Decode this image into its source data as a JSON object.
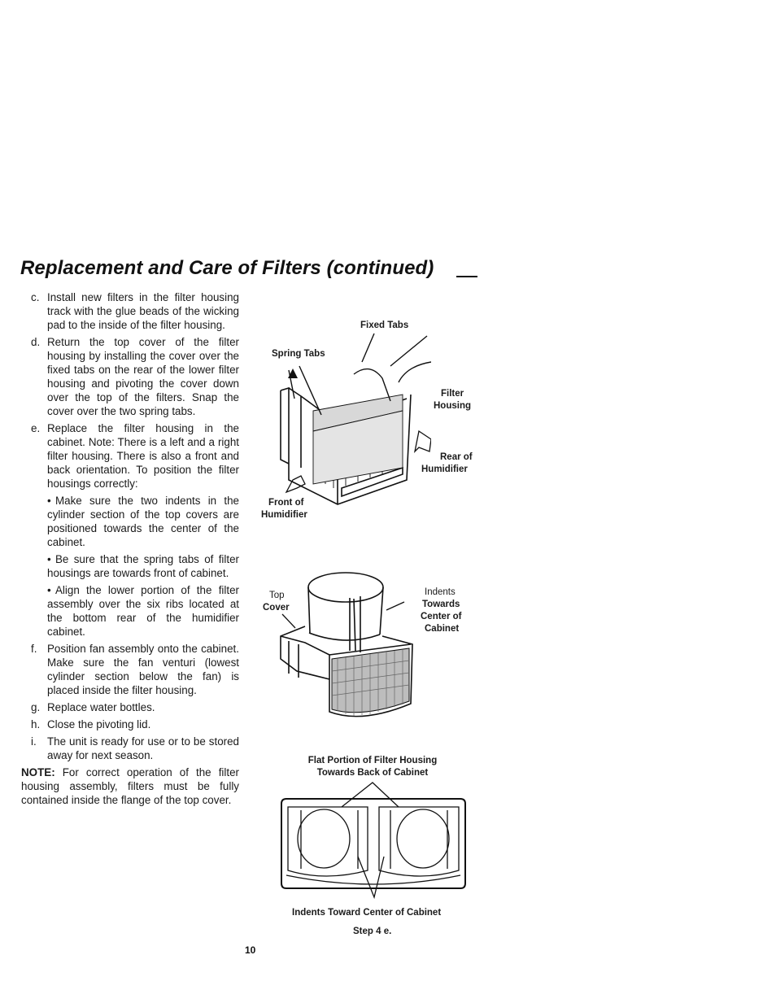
{
  "title": "Replacement and Care of Filters (continued)",
  "steps": [
    {
      "letter": "c.",
      "text": "Install new filters in the filter housing track with the glue beads of the wicking pad to the inside of the filter housing."
    },
    {
      "letter": "d.",
      "text": "Return the top cover of the filter housing by installing the cover over the fixed tabs on the rear of the lower filter housing and pivoting the cover down over the top of the filters. Snap the cover over the two spring tabs."
    },
    {
      "letter": "e.",
      "text": "Replace the filter housing in the cabinet. Note: There is a left and a right filter housing. There is also a front and back orientation. To position the filter housings correctly:"
    }
  ],
  "bullets": [
    "Make sure the two indents in the cylinder section of the top covers are positioned towards the center of the cabinet.",
    "Be sure that the spring tabs of filter housings are towards front of cabinet.",
    "Align the lower portion of the filter assembly over the six ribs located at the bottom rear of the humidifier cabinet."
  ],
  "steps2": [
    {
      "letter": "f.",
      "text": "Position fan assembly onto the cabinet. Make sure the fan venturi (lowest cylinder section below the fan) is placed inside the filter housing."
    },
    {
      "letter": "g.",
      "text": "Replace water bottles."
    },
    {
      "letter": "h.",
      "text": "Close the pivoting lid."
    },
    {
      "letter": "i.",
      "text": "The unit is ready for use or to be stored away for next season."
    }
  ],
  "note": {
    "label": "NOTE:",
    "text": "For correct operation of the filter housing assembly, filters must be fully contained inside the flange of the top cover."
  },
  "figure1": {
    "fixed_tabs": "Fixed Tabs",
    "spring_tabs": "Spring Tabs",
    "filter_housing_1": "Filter",
    "filter_housing_2": "Housing",
    "rear_1": "Rear of",
    "rear_2": "Humidifier",
    "front_1": "Front of",
    "front_2": "Humidifier"
  },
  "figure2": {
    "top_cover_1": "Top",
    "top_cover_2": "Cover",
    "indents_1": "Indents",
    "indents_2": "Towards",
    "indents_3": "Center of",
    "indents_4": "Cabinet"
  },
  "figure3": {
    "flat_1": "Flat Portion of Filter Housing",
    "flat_2": "Towards Back of Cabinet",
    "indents_bottom": "Indents Toward Center of Cabinet",
    "step_caption": "Step 4 e."
  },
  "page_number": "10"
}
